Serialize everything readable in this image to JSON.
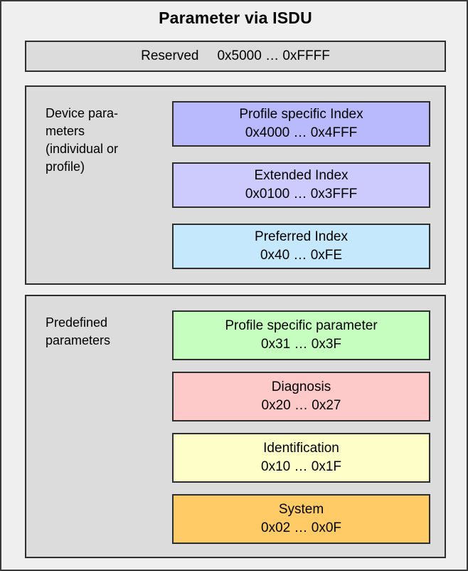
{
  "diagram": {
    "title": "Parameter via ISDU",
    "background_color": "#efefef",
    "panel_color": "#dcdcdc",
    "border_color": "#2e2e2e"
  },
  "reserved": {
    "label": "Reserved",
    "range": "0x5000 … 0xFFFF",
    "color": "#dcdcdc"
  },
  "groups": [
    {
      "id": "device",
      "label": "Device para-\nmeters\n(individual or\nprofile)",
      "boxes": [
        {
          "name": "Profile specific Index",
          "range": "0x4000 … 0x4FFF",
          "color": "#b9b9fd"
        },
        {
          "name": "Extended Index",
          "range": "0x0100 … 0x3FFF",
          "color": "#cdcbfd"
        },
        {
          "name": "Preferred Index",
          "range": "0x40 … 0xFE",
          "color": "#c6e8fd"
        }
      ]
    },
    {
      "id": "predefined",
      "label": "Predefined\nparameters",
      "boxes": [
        {
          "name": "Profile specific parameter",
          "range": "0x31 … 0x3F",
          "color": "#c6febf"
        },
        {
          "name": "Diagnosis",
          "range": "0x20 … 0x27",
          "color": "#fec9c9"
        },
        {
          "name": "Identification",
          "range": "0x10 … 0x1F",
          "color": "#fefec9"
        },
        {
          "name": "System",
          "range": "0x02 … 0x0F",
          "color": "#fecb66"
        }
      ]
    }
  ]
}
